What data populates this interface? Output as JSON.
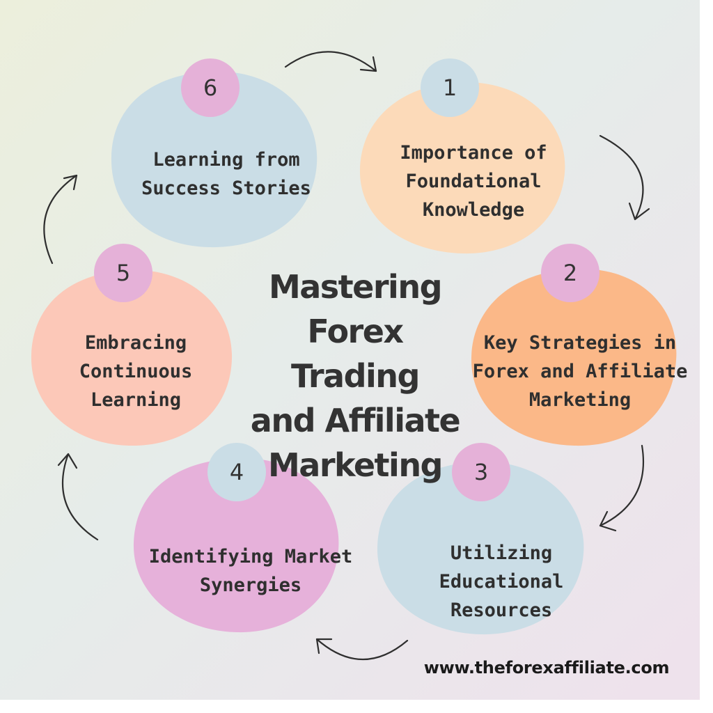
{
  "title": [
    "Mastering",
    "Forex Trading",
    "and Affiliate",
    "Marketing"
  ],
  "website": "www.theforexaffiliate.com",
  "colors": {
    "blue_blob": "#cadde6",
    "peach_blob": "#fcdab9",
    "orange_blob": "#fbb888",
    "salmon_blob": "#fcc8b8",
    "pink_blob": "#e6b1da",
    "pink_badge": "#e5b1d8",
    "blue_badge": "#cadde6",
    "arrow": "#2f2f2f"
  },
  "steps": [
    {
      "number": "1",
      "lines": [
        "Importance of",
        "Foundational",
        "Knowledge"
      ]
    },
    {
      "number": "2",
      "lines": [
        "Key Strategies in",
        "Forex and Affiliate",
        "Marketing"
      ]
    },
    {
      "number": "3",
      "lines": [
        "Utilizing",
        "Educational",
        "Resources"
      ]
    },
    {
      "number": "4",
      "lines": [
        "Identifying Market",
        "Synergies"
      ]
    },
    {
      "number": "5",
      "lines": [
        "Embracing",
        "Continuous",
        "Learning"
      ]
    },
    {
      "number": "6",
      "lines": [
        "Learning from",
        "Success Stories"
      ]
    }
  ]
}
